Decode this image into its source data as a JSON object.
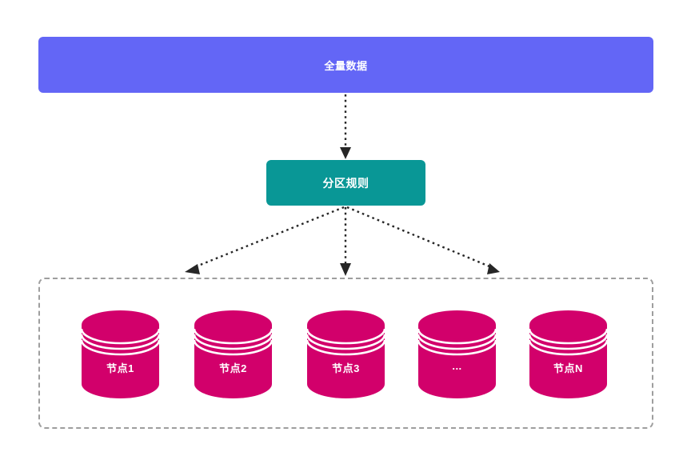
{
  "diagram": {
    "type": "data-sharding-architecture",
    "background": "#ffffff",
    "source": {
      "label": "全量数据",
      "color": "#6366f6",
      "text_color": "#ffffff"
    },
    "router": {
      "label": "分区规则",
      "color": "#099796",
      "text_color": "#ffffff"
    },
    "cluster": {
      "border_color": "#9e9e9e",
      "border_style": "dashed",
      "nodes": [
        {
          "label": "节点1",
          "color": "#d2006b"
        },
        {
          "label": "节点2",
          "color": "#d2006b"
        },
        {
          "label": "节点3",
          "color": "#d2006b"
        },
        {
          "label": "...",
          "color": "#d2006b"
        },
        {
          "label": "节点N",
          "color": "#d2006b"
        }
      ]
    },
    "connectors": {
      "style": "dotted",
      "color": "#262626",
      "arrowhead": "filled-triangle",
      "edges": [
        {
          "from": "全量数据",
          "to": "分区规则"
        },
        {
          "from": "分区规则",
          "to": "节点1"
        },
        {
          "from": "分区规则",
          "to": "节点3"
        },
        {
          "from": "分区规则",
          "to": "节点N"
        }
      ]
    }
  }
}
